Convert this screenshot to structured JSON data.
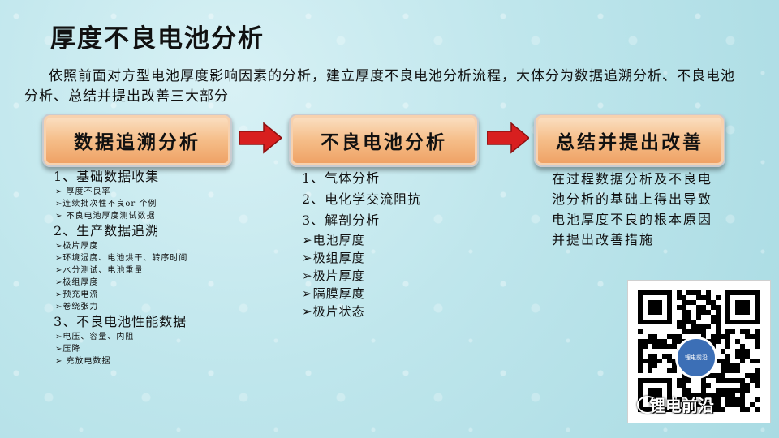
{
  "title": "厚度不良电池分析",
  "intro": "依照前面对方型电池厚度影响因素的分析，建立厚度不良电池分析流程，大体分为数据追溯分析、不良电池分析、总结并提出改善三大部分",
  "steps": [
    {
      "label": "数据追溯分析"
    },
    {
      "label": "不良电池分析"
    },
    {
      "label": "总结并提出改善"
    }
  ],
  "col1": {
    "h1": "1、基础数据收集",
    "h1_items": [
      "➢ 厚度不良率",
      "➢连续批次性不良or 个例",
      "➢ 不良电池厚度测试数据"
    ],
    "h2": "2、生产数据追溯",
    "h2_items": [
      "➢极片厚度",
      "➢环境湿度、电池烘干、转序时间",
      "➢水分测试、电池重量",
      "➢极组厚度",
      "➢预充电流",
      "➢卷绕张力"
    ],
    "h3": "3、不良电池性能数据",
    "h3_items": [
      "➢电压、容量、内阻",
      "➢压降",
      "➢ 充放电数据"
    ]
  },
  "col2": {
    "h1": "1、气体分析",
    "h2": "2、电化学交流阻抗",
    "h3": "3、解剖分析",
    "items": [
      "➢电池厚度",
      "➢极组厚度",
      "➢极片厚度",
      "➢隔膜厚度",
      "➢极片状态"
    ]
  },
  "summary": "在过程数据分析及不良电池分析的基础上得出导致电池厚度不良的根本原因并提出改善措施",
  "qr": {
    "center_text": "锂电前沿"
  },
  "watermark": "锂电前沿",
  "colors": {
    "arrow": "#d81f1f",
    "step_fill": "#f5bd88"
  }
}
